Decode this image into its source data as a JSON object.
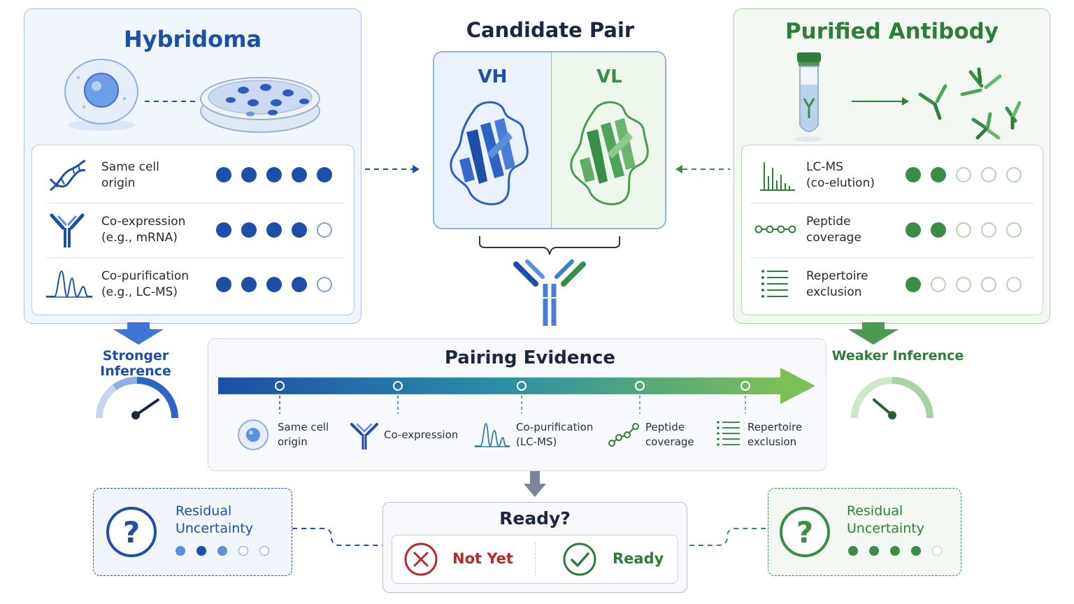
{
  "hybridoma": {
    "title": "Hybridoma",
    "rows": [
      {
        "icon": "dna-icon",
        "label": "Same cell\norigin",
        "filled": 5,
        "total": 5
      },
      {
        "icon": "antibody-icon",
        "label": "Co-expression\n(e.g., mRNA)",
        "filled": 4,
        "total": 5
      },
      {
        "icon": "chromatogram-icon",
        "label": "Co-purification\n(e.g., LC-MS)",
        "filled": 4,
        "total": 5
      }
    ],
    "inference": "Stronger Inference"
  },
  "candidate": {
    "title": "Candidate Pair",
    "vh": "VH",
    "vl": "VL"
  },
  "purified": {
    "title": "Purified Antibody",
    "rows": [
      {
        "icon": "ms-spectrum-icon",
        "label": "LC-MS\n(co-elution)",
        "filled": 2,
        "total": 5
      },
      {
        "icon": "peptide-chain-icon",
        "label": "Peptide\ncoverage",
        "filled": 2,
        "total": 5
      },
      {
        "icon": "list-icon",
        "label": "Repertoire\nexclusion",
        "filled": 1,
        "total": 5
      }
    ],
    "inference": "Weaker Inference"
  },
  "evidence": {
    "title": "Pairing Evidence",
    "items": [
      {
        "icon": "cell-icon",
        "label": "Same cell\norigin"
      },
      {
        "icon": "antibody-icon",
        "label": "Co-expression"
      },
      {
        "icon": "chromatogram-icon",
        "label": "Co-purification\n(LC-MS)"
      },
      {
        "icon": "peptide-chain-icon",
        "label": "Peptide\ncoverage"
      },
      {
        "icon": "list-icon",
        "label": "Repertoire\nexclusion"
      }
    ]
  },
  "residual_left": {
    "label": "Residual\nUncertainty",
    "filled": 3,
    "total": 5
  },
  "residual_right": {
    "label": "Residual\nUncertainty",
    "filled": 4,
    "total": 5
  },
  "ready": {
    "title": "Ready?",
    "not_yet": "Not Yet",
    "ready": "Ready"
  },
  "colors": {
    "blue": "#1d4fa8",
    "green": "#3a8d46",
    "red": "#b52a2a",
    "gray_arrow": "#7b8797"
  }
}
